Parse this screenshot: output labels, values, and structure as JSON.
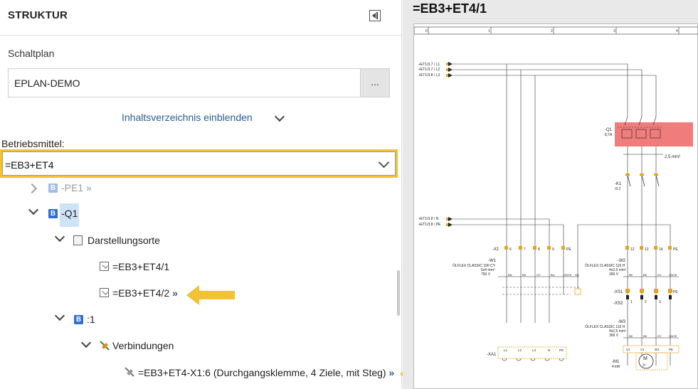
{
  "left_panel": {
    "header": {
      "title": "STRUKTUR"
    },
    "schaltplan_label": "Schaltplan",
    "project_value": "EPLAN-DEMO",
    "browse_button": "...",
    "toc_toggle": "Inhaltsverzeichnis einblenden",
    "betriebsmittel_label": "Betriebsmittel:",
    "betriebsmittel_value": "=EB3+ET4",
    "tree": [
      {
        "label": "-PE1",
        "link": "»"
      },
      {
        "label": "-Q1"
      },
      {
        "label": "Darstellungsorte"
      },
      {
        "label": "=EB3+ET4/1"
      },
      {
        "label": "=EB3+ET4/2",
        "link": "»"
      },
      {
        "label": ":1"
      },
      {
        "label": "Verbindungen"
      },
      {
        "label": "=EB3+ET4-X1:6 (Durchgangsklemme, 4 Ziele, mit Steg)",
        "link": "»"
      }
    ]
  },
  "right_panel": {
    "title": "=EB3+ET4/1",
    "columns": [
      "0",
      "1",
      "2",
      "3",
      "4"
    ],
    "supply_labels": [
      "+ET1/3.7 / L1",
      "+ET1/3.7 / L2",
      "+ET1/3.8 / L3",
      "+ET1/3.8 / N",
      "+ET1/3.8 / PE"
    ],
    "q1": {
      "name": "-Q1",
      "rating": "8,7A",
      "cable": "2,5 mm²"
    },
    "k1": {
      "name": "-K1",
      "ref": "/3.2"
    },
    "x1": {
      "name": "-X1",
      "terminals": [
        "6",
        "7",
        "8",
        "9",
        "PE"
      ],
      "terminals2": [
        "12",
        "13",
        "14",
        "PE"
      ]
    },
    "w1": {
      "name": "-W1",
      "type": "ÖLFLEX CLASSIC 100 CY",
      "spec": "5x4 mm²",
      "voltage": "750 V",
      "cores": [
        "BN",
        "BK",
        "GY",
        "BU",
        "GNYE",
        "SH"
      ]
    },
    "w2": {
      "name": "-W2",
      "type": "ÖLFLEX CLASSIC 110 H",
      "spec": "4x2,5 mm²",
      "voltage": "300 V",
      "cores": [
        "BK",
        "BK",
        "GY",
        "GNYE"
      ]
    },
    "xs": {
      "name1": "-XS1",
      "name2": "-XS2",
      "pins": [
        "1",
        "2",
        "3",
        "PE"
      ]
    },
    "w3": {
      "name": "-W3",
      "type": "ÖLFLEX CLASSIC 110 H",
      "spec": "4x2,5 mm²",
      "voltage": "300 V",
      "cores": [
        "BK",
        "BK",
        "GY",
        "GNYE"
      ]
    },
    "xa1": {
      "name": "-XA1",
      "terminals": [
        "L1",
        "L2",
        "L3",
        "N",
        "PE"
      ]
    },
    "m1": {
      "name": "-M1",
      "power": "4 kW",
      "symbol": "M",
      "phase": "3~",
      "terminals": [
        "U1",
        "V1",
        "W1",
        "PE"
      ]
    }
  },
  "colors": {
    "accent_yellow": "#f2c233",
    "link_blue": "#2c5b8f",
    "highlight_red": "#f06e6e",
    "wire_orange": "#e7a21e"
  }
}
